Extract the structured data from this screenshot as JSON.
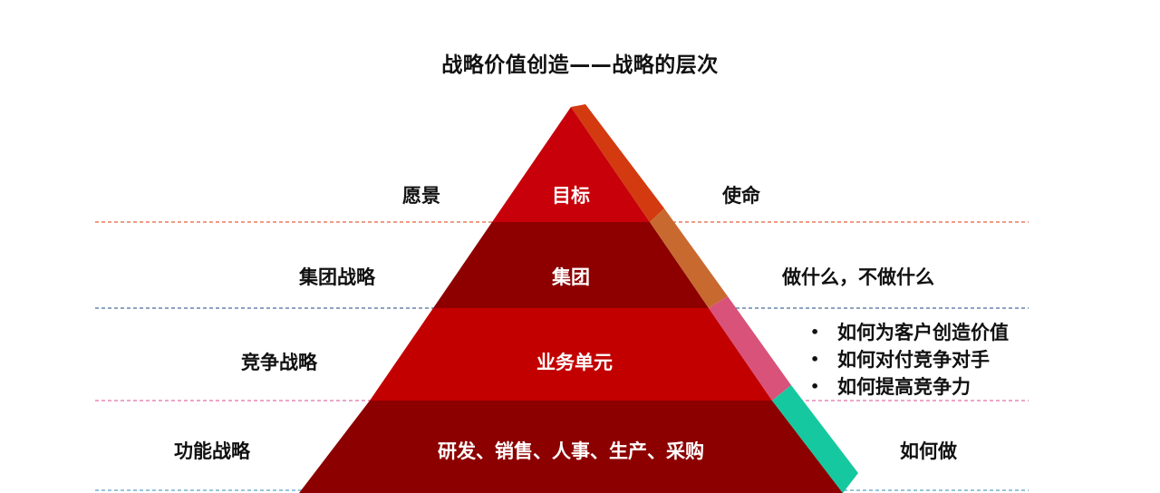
{
  "title": "战略价值创造——战略的层次",
  "levels": [
    {
      "left_label": "愿景",
      "center_label": "目标",
      "right_label": "使命",
      "fill_color": "#c8000a",
      "edge_color": "#d33a10",
      "divider_color": "#e8603c"
    },
    {
      "left_label": "集团战略",
      "center_label": "集团",
      "right_label": "做什么，不做什么",
      "fill_color": "#8e0000",
      "edge_color": "#c86a30",
      "divider_color": "#4a6a9a"
    },
    {
      "left_label": "竞争战略",
      "center_label": "业务单元",
      "right_bullets": [
        "如何为客户创造价值",
        "如何对付竞争对手",
        "如何提高竞争力"
      ],
      "fill_color": "#c30000",
      "edge_color": "#d8527a",
      "divider_color": "#e070a8"
    },
    {
      "left_label": "功能战略",
      "center_label": "研发、销售、人事、生产、采购",
      "right_label": "如何做",
      "fill_color": "#8c0000",
      "edge_color": "#16c8a0",
      "divider_color": "#5aa0c8"
    }
  ],
  "bullet_symbol": "•"
}
